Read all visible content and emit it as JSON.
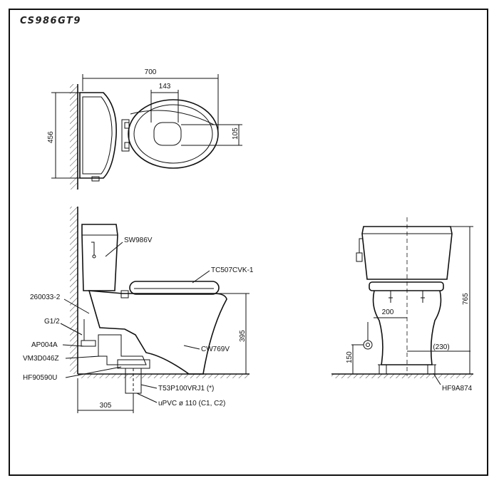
{
  "model": "CS986GT9",
  "dimensions": {
    "width_700": "700",
    "depth_456": "456",
    "seat_143": "143",
    "seat_105": "105",
    "height_395": "395",
    "rough_in_305": "305",
    "offset_200": "200",
    "inlet_150": "150",
    "width_230": "(230)",
    "height_765": "765"
  },
  "parts": {
    "tank": "SW986V",
    "seat": "TC507CVK-1",
    "bowl": "CW769V",
    "part_260033": "260033-2",
    "g12": "G1/2",
    "ap004a": "AP004A",
    "vm3d046z": "VM3D046Z",
    "hf90590u": "HF90590U",
    "flange": "T53P100VRJ1 (*)",
    "pipe": "uPVC ø 110 (C1, C2)",
    "hf9a874": "HF9A874"
  }
}
